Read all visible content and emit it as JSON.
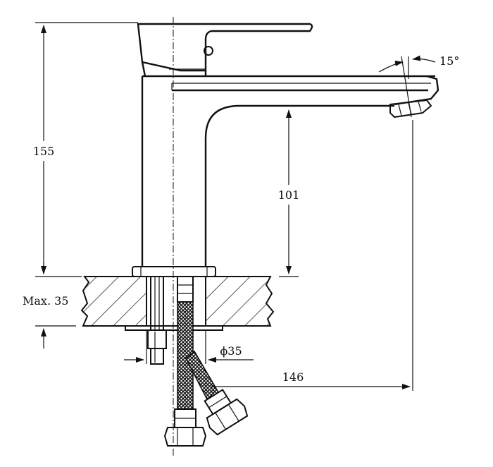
{
  "dimensions": {
    "height_total": "155",
    "spout_height": "101",
    "max_thickness": "Max. 35",
    "hole_diameter": "ϕ35",
    "reach": "146",
    "angle": "15°"
  }
}
